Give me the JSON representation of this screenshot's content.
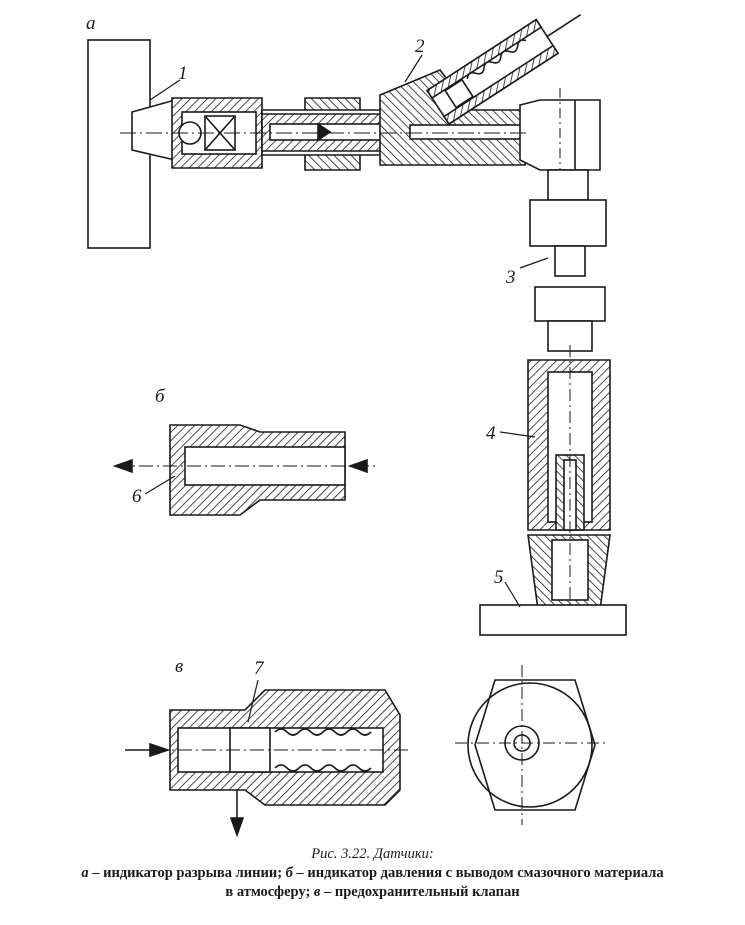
{
  "figure": {
    "view_labels": {
      "a": "а",
      "b": "б",
      "v": "в"
    },
    "part_numbers": [
      "1",
      "2",
      "3",
      "4",
      "5",
      "6",
      "7"
    ],
    "caption": {
      "title": "Рис. 3.22. Датчики:",
      "line1_a_letter": "а",
      "line1_a_text": "– индикатор разрыва линии;",
      "line1_b_letter": "б",
      "line1_b_text": "– индикатор давления с выводом смазочного материала",
      "line2_b_text": "в атмосферу;",
      "line2_v_letter": "в",
      "line2_v_text": "– предохранительный клапан"
    }
  }
}
